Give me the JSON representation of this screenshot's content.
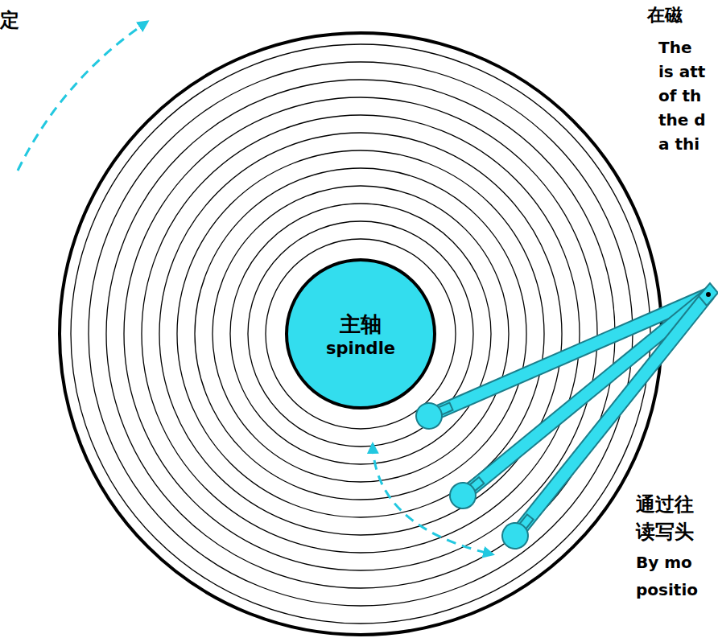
{
  "diagram": {
    "nodes": [
      {
        "text": [
          "主轴",
          "spindle"
        ]
      }
    ],
    "labels": [
      "定",
      "在磁",
      "The",
      "is att",
      "of th",
      "the d",
      "a thi",
      "通过往",
      "读写头",
      "By mo",
      "positio"
    ]
  }
}
